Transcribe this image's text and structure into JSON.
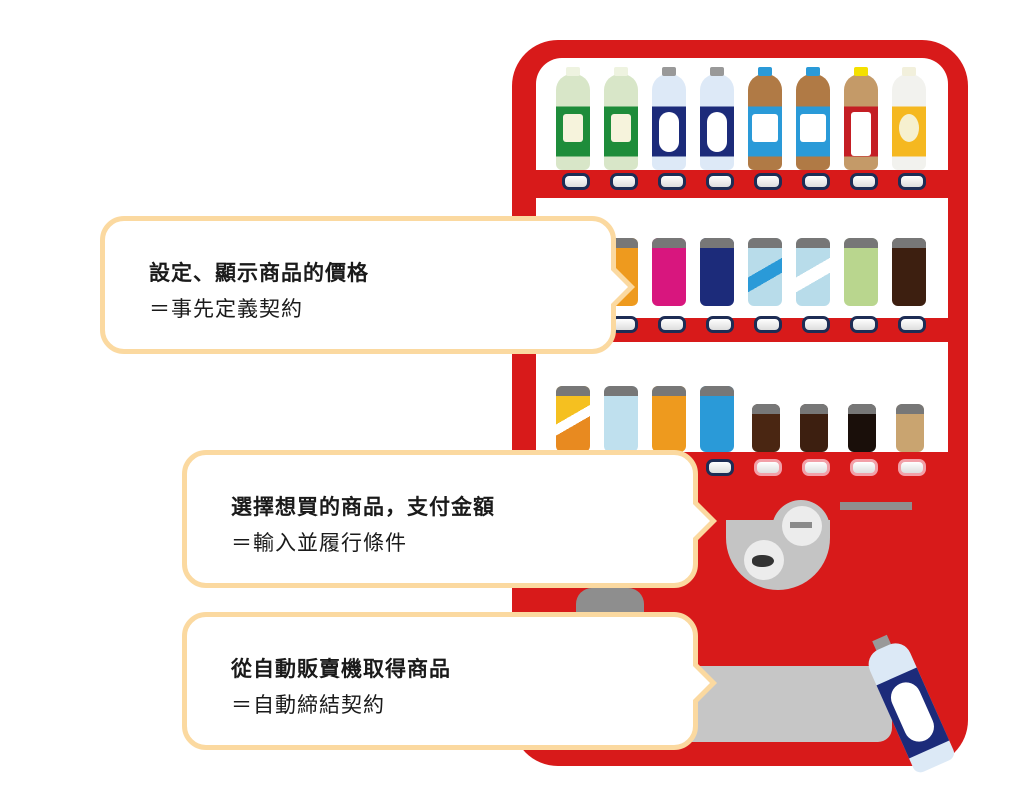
{
  "diagram": {
    "subject": "vending-machine-smart-contract-analogy",
    "colors": {
      "machine_red": "#d81a1a",
      "bubble_border": "#fbd9a0",
      "text": "#1a1a1a"
    },
    "callouts": [
      {
        "title": "設定、顯示商品的價格",
        "subtitle": "＝事先定義契約"
      },
      {
        "title": "選擇想買的商品，支付金額",
        "subtitle": "＝輸入並履行條件"
      },
      {
        "title": "從自動販賣機取得商品",
        "subtitle": "＝自動締結契約"
      }
    ],
    "shelves": [
      {
        "type": "bottles",
        "count": 8
      },
      {
        "type": "cans",
        "count": 8
      },
      {
        "type": "cans",
        "count": 8
      }
    ]
  }
}
